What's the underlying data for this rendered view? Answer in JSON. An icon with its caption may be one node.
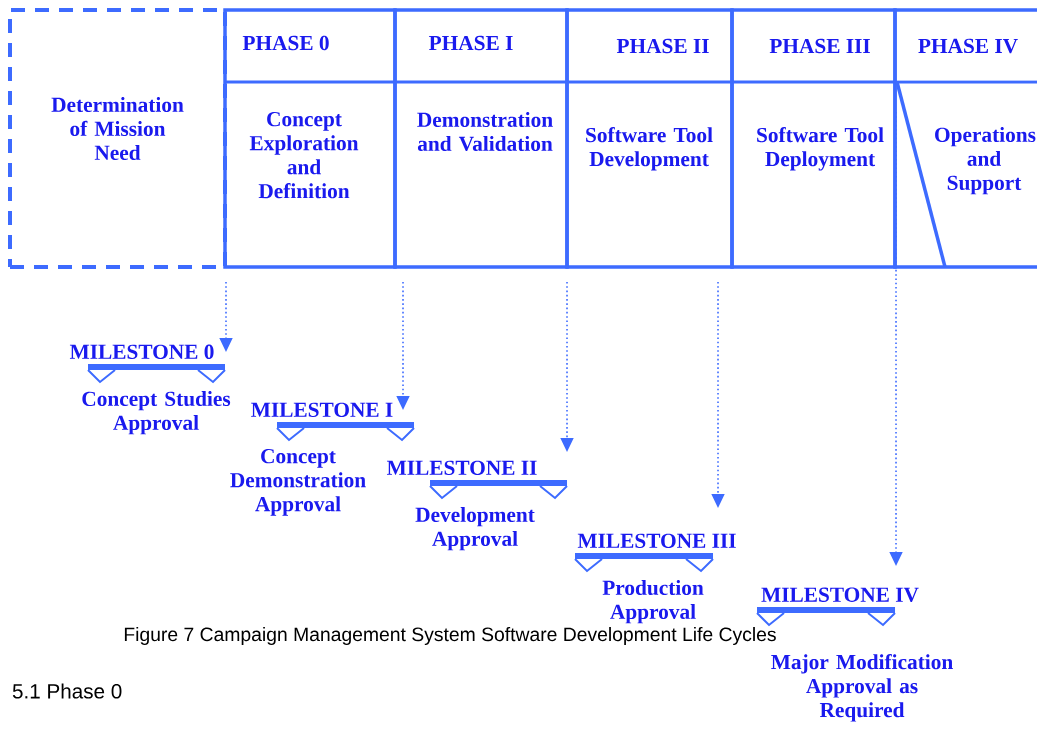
{
  "diagram": {
    "caption": "Figure 7 Campaign Management System Software Development Life Cycles",
    "nodes": [
      {
        "text": [
          "Determination of Mission Need"
        ]
      },
      {
        "text": [
          "PHASE 0",
          "Concept Exploration and Definition"
        ]
      },
      {
        "text": [
          "PHASE I",
          "Demonstration and Validation"
        ]
      },
      {
        "text": [
          "PHASE II",
          "Software Tool Development"
        ]
      },
      {
        "text": [
          "PHASE III",
          "Software Tool Deployment"
        ]
      },
      {
        "text": [
          "PHASE IV",
          "Operations and Support"
        ]
      },
      {
        "text": [
          "MILESTONE 0",
          "Concept Studies Approval"
        ]
      },
      {
        "text": [
          "MILESTONE I",
          "Concept Demonstration Approval"
        ]
      },
      {
        "text": [
          "MILESTONE II",
          "Development Approval"
        ]
      },
      {
        "text": [
          "MILESTONE III",
          "Production Approval"
        ]
      },
      {
        "text": [
          "MILESTONE IV",
          "Major Modification Approval as Required"
        ]
      }
    ],
    "edges": [
      {
        "from": null,
        "to": 6,
        "arrow": "to"
      },
      {
        "from": null,
        "to": 7,
        "arrow": "to"
      },
      {
        "from": null,
        "to": 8,
        "arrow": "to"
      },
      {
        "from": null,
        "to": 9,
        "arrow": "to"
      },
      {
        "from": 5,
        "to": 10,
        "arrow": "to"
      }
    ],
    "labels": [
      "5.1 Phase 0"
    ]
  }
}
